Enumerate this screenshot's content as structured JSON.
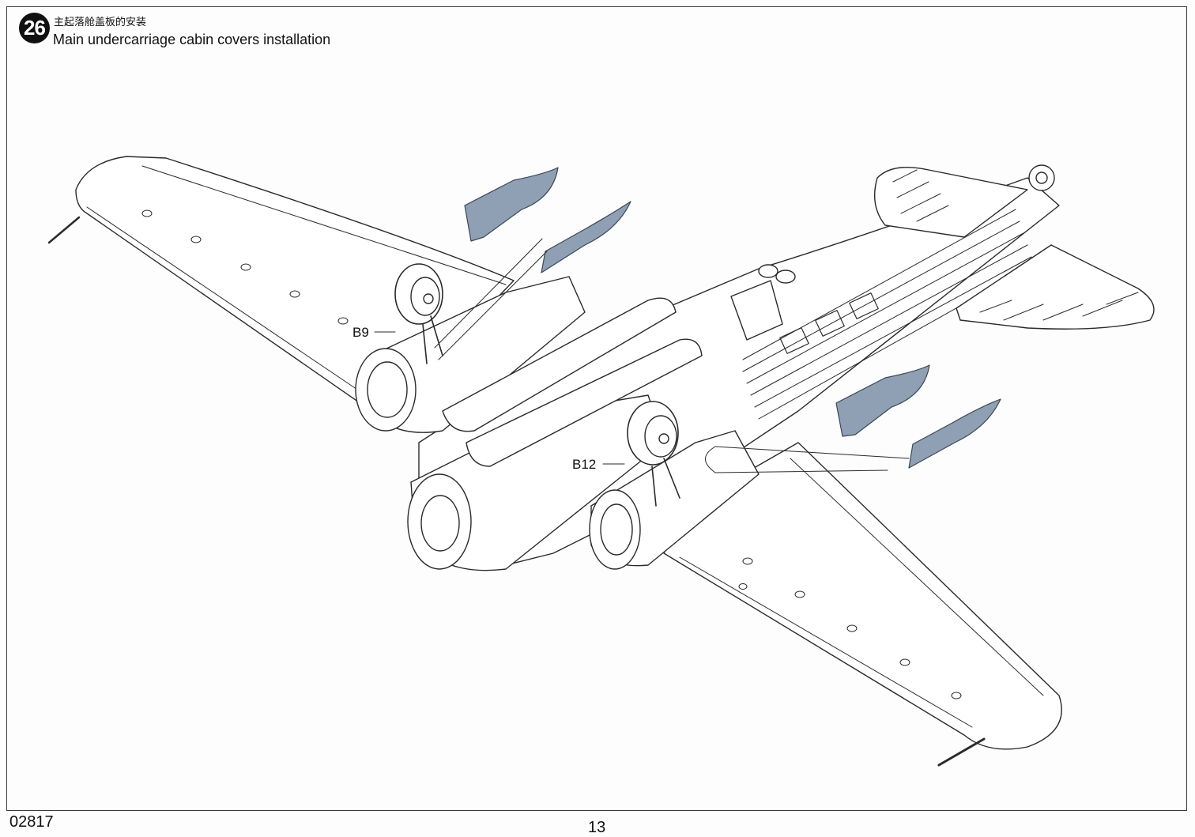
{
  "step": {
    "number": "26",
    "title_cn": "主起落舱盖板的安装",
    "title_en": "Main undercarriage cabin covers installation"
  },
  "parts": {
    "left_label": "B9",
    "right_label": "B12"
  },
  "footer": {
    "kit_code": "02817",
    "page_number": "13"
  },
  "colors": {
    "part_highlight": "#8fa0b4",
    "line": "#2a2a2a"
  }
}
